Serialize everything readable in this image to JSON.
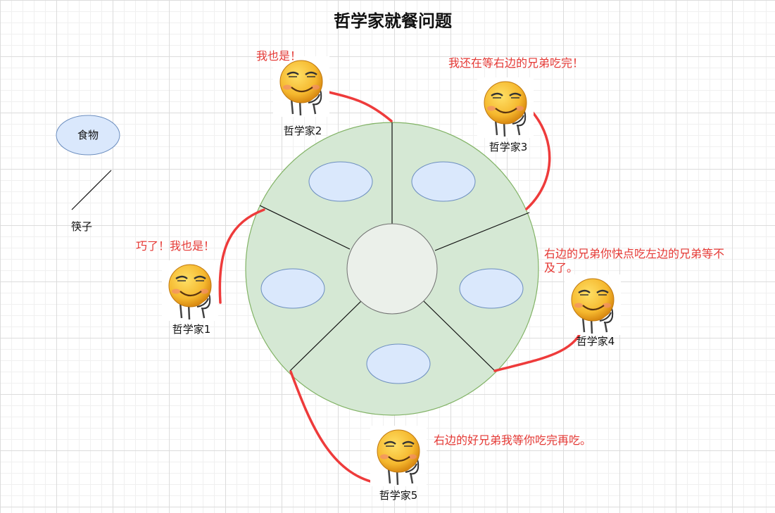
{
  "title": "哲学家就餐问题",
  "legend": {
    "food_label": "食物",
    "chopstick_label": "筷子"
  },
  "philosophers": [
    {
      "label": "哲学家1",
      "speech": "巧了！我也是！"
    },
    {
      "label": "哲学家2",
      "speech": "我也是！"
    },
    {
      "label": "哲学家3",
      "speech": "我还在等右边的兄弟吃完！"
    },
    {
      "label": "哲学家4",
      "speech_line1": "右边的兄弟你快点吃左边的兄弟等不",
      "speech_line2": "及了。"
    },
    {
      "label": "哲学家5",
      "speech": "右边的好兄弟我等你吃完再吃。"
    }
  ],
  "colors": {
    "table_fill": "#d5e8d4",
    "table_stroke": "#82b366",
    "food_fill": "#dae8fc",
    "food_stroke": "#6c8ebf",
    "center_fill": "#ebf0ea",
    "hold_line": "#ee3b3b",
    "speech_text": "#e53935"
  },
  "icons": {
    "philosopher_avatar": "thinking-emoji-icon"
  }
}
